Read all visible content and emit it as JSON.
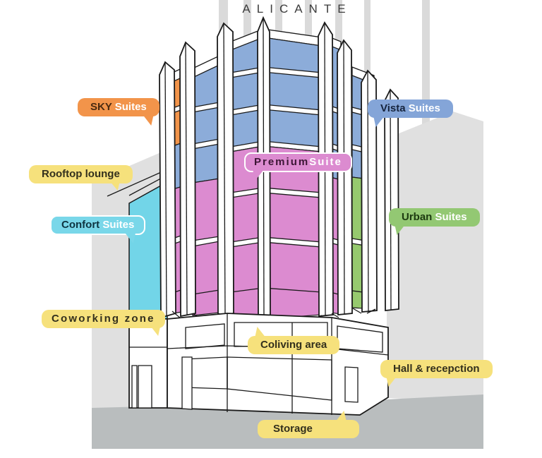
{
  "title": "ALICANTE",
  "labels": {
    "sky_suites": {
      "primary": "SKY",
      "secondary": "Suites"
    },
    "vista_suites": {
      "primary": "Vista",
      "secondary": "Suites"
    },
    "rooftop_lounge": {
      "text": "Rooftop lounge"
    },
    "premium_suite": {
      "primary": "Premium",
      "secondary": "Suite"
    },
    "confort_suites": {
      "primary": "Confort",
      "secondary": "Suites"
    },
    "urban_suites": {
      "primary": "Urban",
      "secondary": "Suites"
    },
    "coworking_zone": {
      "text": "Coworking zone"
    },
    "coliving_area": {
      "text": "Coliving area"
    },
    "hall_reception": {
      "text": "Hall & recepction"
    },
    "storage": {
      "text": "Storage"
    }
  },
  "colors": {
    "sky_orange": "#F2944A",
    "vista_blue": "#84A5D8",
    "window_blue": "#8CACD9",
    "premium_pink": "#DC8BD0",
    "urban_green": "#96C96E",
    "confort_cyan": "#72D5E8",
    "label_yellow": "#F6E17C",
    "background_gray": "#E0E0E0",
    "ground_gray": "#B9BDBE",
    "outline": "#1A1A1A"
  }
}
